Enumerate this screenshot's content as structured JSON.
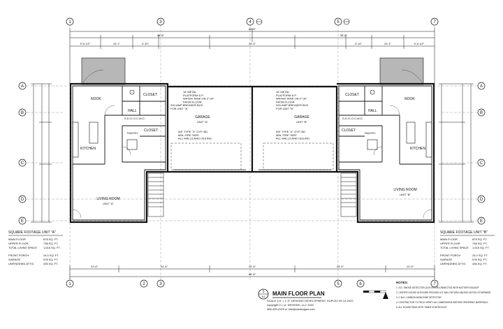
{
  "grid": {
    "columns": [
      "1",
      "2",
      "3",
      "4",
      "5",
      "6",
      "7"
    ],
    "rows": [
      "A",
      "B",
      "C",
      "D",
      "E"
    ]
  },
  "top_dims": {
    "overall": "86'-8\"",
    "left_total": "38'-8\"",
    "right_total": "38'-8\"",
    "segments": [
      "9'-6 1/2\"",
      "10'-1\"",
      "4'-10\"",
      "14'-5\"",
      "4'-10\"",
      "10'-1\"",
      "9'-6 1/2\""
    ]
  },
  "bottom_dims": {
    "overall": "86'-8\"",
    "segments": [
      "12'-6\"",
      "24'-6\"",
      "14'-5\"",
      "24'-6\"",
      "12'-6\""
    ]
  },
  "unit_a": {
    "unit_label": "UNIT \"A\"",
    "rooms": {
      "nook": "NOOK",
      "closet": "CLOSET",
      "hall": "HALL",
      "kitchen": "KITCHEN",
      "pantry": "PANTRY",
      "closet2": "CLOSET",
      "garage": "GARAGE",
      "living": "LIVING ROOM"
    },
    "notes": {
      "metal_flue": "16' METAL\nPLATFORM & P.\nWATER TANK ON 2\" UP\nFROM FLOOR",
      "breaker": "200-AMP BREAKER BOX\nFOR UNIT \"A\"",
      "firewall": "5/8\" TYPE \"X\" GYP. BD.\nMIN. FIRE TAPE\nALL WALLS AND CEILING",
      "sdcmo": "S.D./C.O.C.M.O."
    }
  },
  "unit_b": {
    "unit_label": "UNIT \"B\"",
    "rooms": {
      "nook": "NOOK",
      "closet": "CLOSET",
      "hall": "HALL",
      "kitchen": "KITCHEN",
      "pantry": "PANTRY",
      "closet2": "CLOSET",
      "garage": "GARAGE",
      "living": "LIVING ROOM"
    },
    "notes": {
      "metal_flue": "16' METAL\nPLATFORM & P.\nWATER TANK ON 2\" UP\nFROM FLOOR",
      "breaker": "200-AMP BREAKER BOX\nFOR UNIT \"B\"",
      "firewall": "5/8\" TYPE \"X\" GYP. BD.\nMIN. FIRE TAPE\nALL WALLS AND CEILING",
      "sdcmo": "S.D./C.O.C.M.O."
    }
  },
  "sqft_a": {
    "title": "SQUARE FOOTAGE UNIT \"A\"",
    "rows": [
      {
        "label": "MAIN FLOOR",
        "value": "878 SQ. FT."
      },
      {
        "label": "UPPER FLOOR",
        "value": "738 SQ. FT."
      },
      {
        "label": "TOTAL LIVING SPACE",
        "value": "1,616 SQ. FT."
      },
      {
        "label": "FRONT PORCH",
        "value": "24.0 SQ. FT."
      },
      {
        "label": "GARAGE",
        "value": "578 SQ. FT."
      },
      {
        "label": "UNFINISHED ATTIC",
        "value": "435 SQ. FT."
      }
    ]
  },
  "sqft_b": {
    "title": "SQUARE FOOTAGE UNIT \"B\"",
    "rows": [
      {
        "label": "MAIN FLOOR",
        "value": "878 SQ. FT."
      },
      {
        "label": "UPPER FLOOR",
        "value": "738 SQ. FT."
      },
      {
        "label": "TOTAL LIVING SPACE",
        "value": "1,616 SQ. FT."
      },
      {
        "label": "FRONT PORCH",
        "value": "24.0 SQ. FT."
      },
      {
        "label": "GARAGE",
        "value": "578 SQ. FT."
      },
      {
        "label": "UNFINISHED ATTIC",
        "value": "436 SQ. FT."
      }
    ]
  },
  "title_block": {
    "marker": "1",
    "sheet": "A1",
    "title": "MAIN FLOOR PLAN",
    "scale": "SCALE 1/4\" = 1'-0\" DESIGNS DEVELOPMENT, DUPLEX 09-13-2022",
    "copyright": "copyright  C.L.A. DESIGNS, LLC 2022",
    "contact": "385-409-2915 or info@cladesigns.com"
  },
  "notes": {
    "heading": "NOTES:",
    "items": [
      "1. S.D.  SMOKE DETECTOR (110V INTERCONNECTED WITH BATTERY BACKUP",
      "2. CENTER HOODS IN ROOMS PROVIDE A 6\" MIN. RETURN UNLESS NOTED OTHERWISE",
      "3. C.M.D.  CARBON MONOXIDE DETECTOR",
      "4. CONTRACTOR TO FIELD VERIFY ALL DIMENSIONS BEFORE ORDERING MATERIALS",
      "5. ALL HOUSE PASS WITH TIMER CONTROLLED"
    ]
  },
  "colors": {
    "line": "#111111",
    "porch_fill": "#b7b7b7",
    "paper": "#ffffff"
  }
}
